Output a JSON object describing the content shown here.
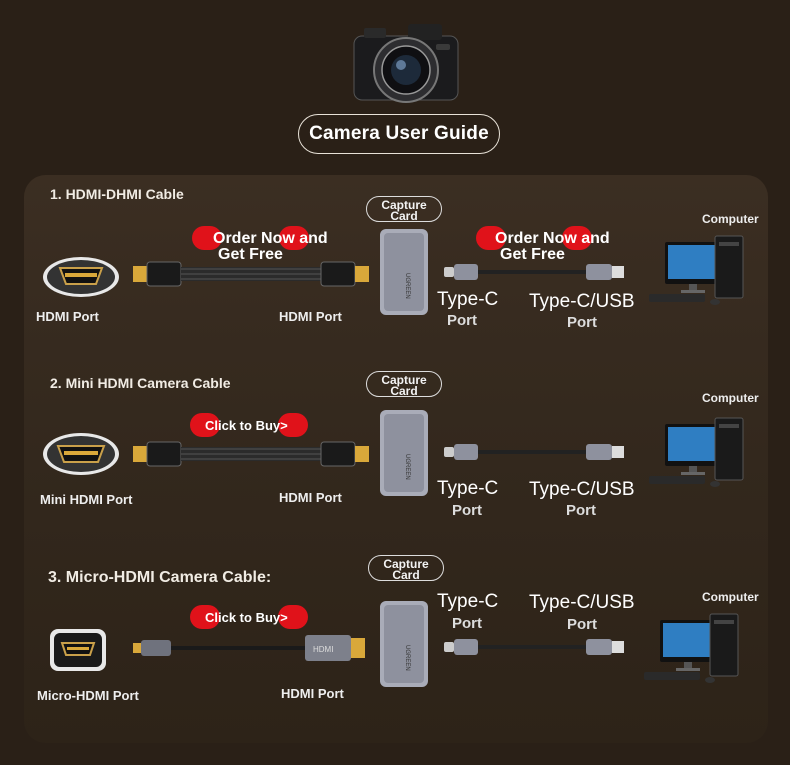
{
  "header": {
    "title": "Camera User Guide"
  },
  "sections": [
    {
      "title": "1. HDMI-DHMI Cable",
      "left_port": "HDMI Port",
      "right_port": "HDMI Port",
      "capture": [
        "Capture",
        "Card"
      ],
      "promo_left": [
        "Order Now and",
        "Get Free"
      ],
      "promo_right": [
        "Order Now and",
        "Get Free"
      ],
      "typec": [
        "Type-C",
        "Port"
      ],
      "usb": [
        "Type-C/USB",
        "Port"
      ],
      "computer": "Computer"
    },
    {
      "title": "2. Mini HDMI Camera Cable",
      "left_port": "Mini HDMI Port",
      "right_port": "HDMI Port",
      "capture": [
        "Capture",
        "Card"
      ],
      "promo": "Click to Buy>",
      "typec": [
        "Type-C",
        "Port"
      ],
      "usb": [
        "Type-C/USB",
        "Port"
      ],
      "computer": "Computer"
    },
    {
      "title": "3. Micro-HDMI Camera Cable:",
      "left_port": "Micro-HDMI Port",
      "right_port": "HDMI Port",
      "capture": [
        "Capture",
        "Card"
      ],
      "promo": "Click to Buy>",
      "typec": [
        "Type-C",
        "Port"
      ],
      "usb": [
        "Type-C/USB",
        "Port"
      ],
      "computer": "Computer"
    }
  ],
  "colors": {
    "background": "#2a2017",
    "panel": "#372a1f",
    "promo_red": "#e0121a",
    "hdmi_gold": "#d9a83a",
    "card_silver": "#a9acb8"
  }
}
